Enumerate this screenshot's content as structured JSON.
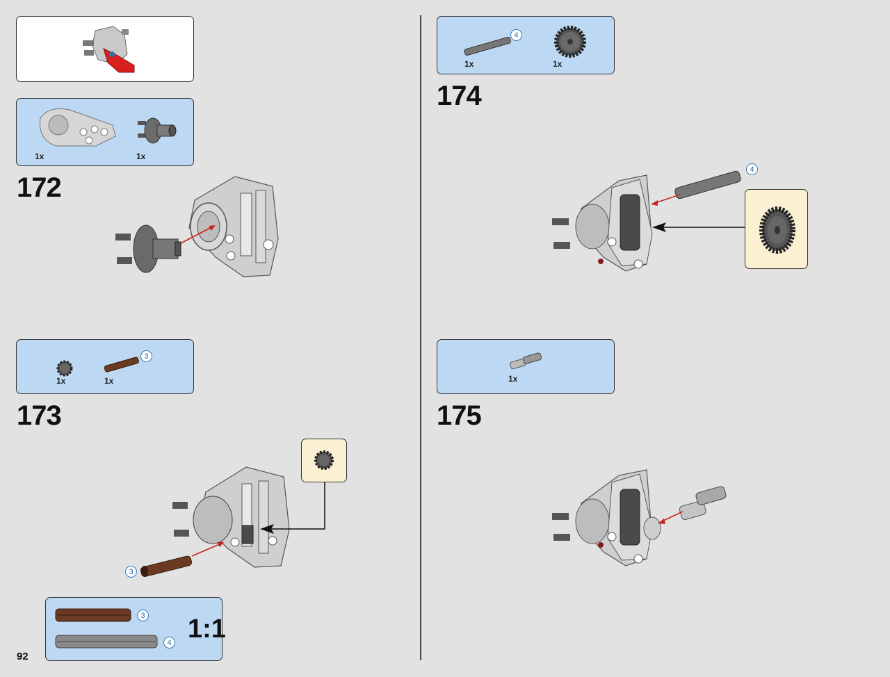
{
  "page_number": "92",
  "steps": [
    {
      "number": "172",
      "parts": [
        {
          "qty": "1x"
        },
        {
          "qty": "1x"
        }
      ]
    },
    {
      "number": "173",
      "parts": [
        {
          "qty": "1x"
        },
        {
          "qty": "1x",
          "length": "3"
        }
      ],
      "callout_length": "3"
    },
    {
      "number": "174",
      "parts": [
        {
          "qty": "1x",
          "length": "4"
        },
        {
          "qty": "1x"
        }
      ],
      "callout_length": "4"
    },
    {
      "number": "175",
      "parts": [
        {
          "qty": "1x"
        }
      ]
    }
  ],
  "scale_guide": {
    "label": "1:1",
    "lengths": [
      "3",
      "4"
    ]
  },
  "colors": {
    "background": "#e2e2e2",
    "parts_panel": "#bdd8f2",
    "callout_panel": "#fcf0d2",
    "arrow_red": "#cc2222"
  }
}
